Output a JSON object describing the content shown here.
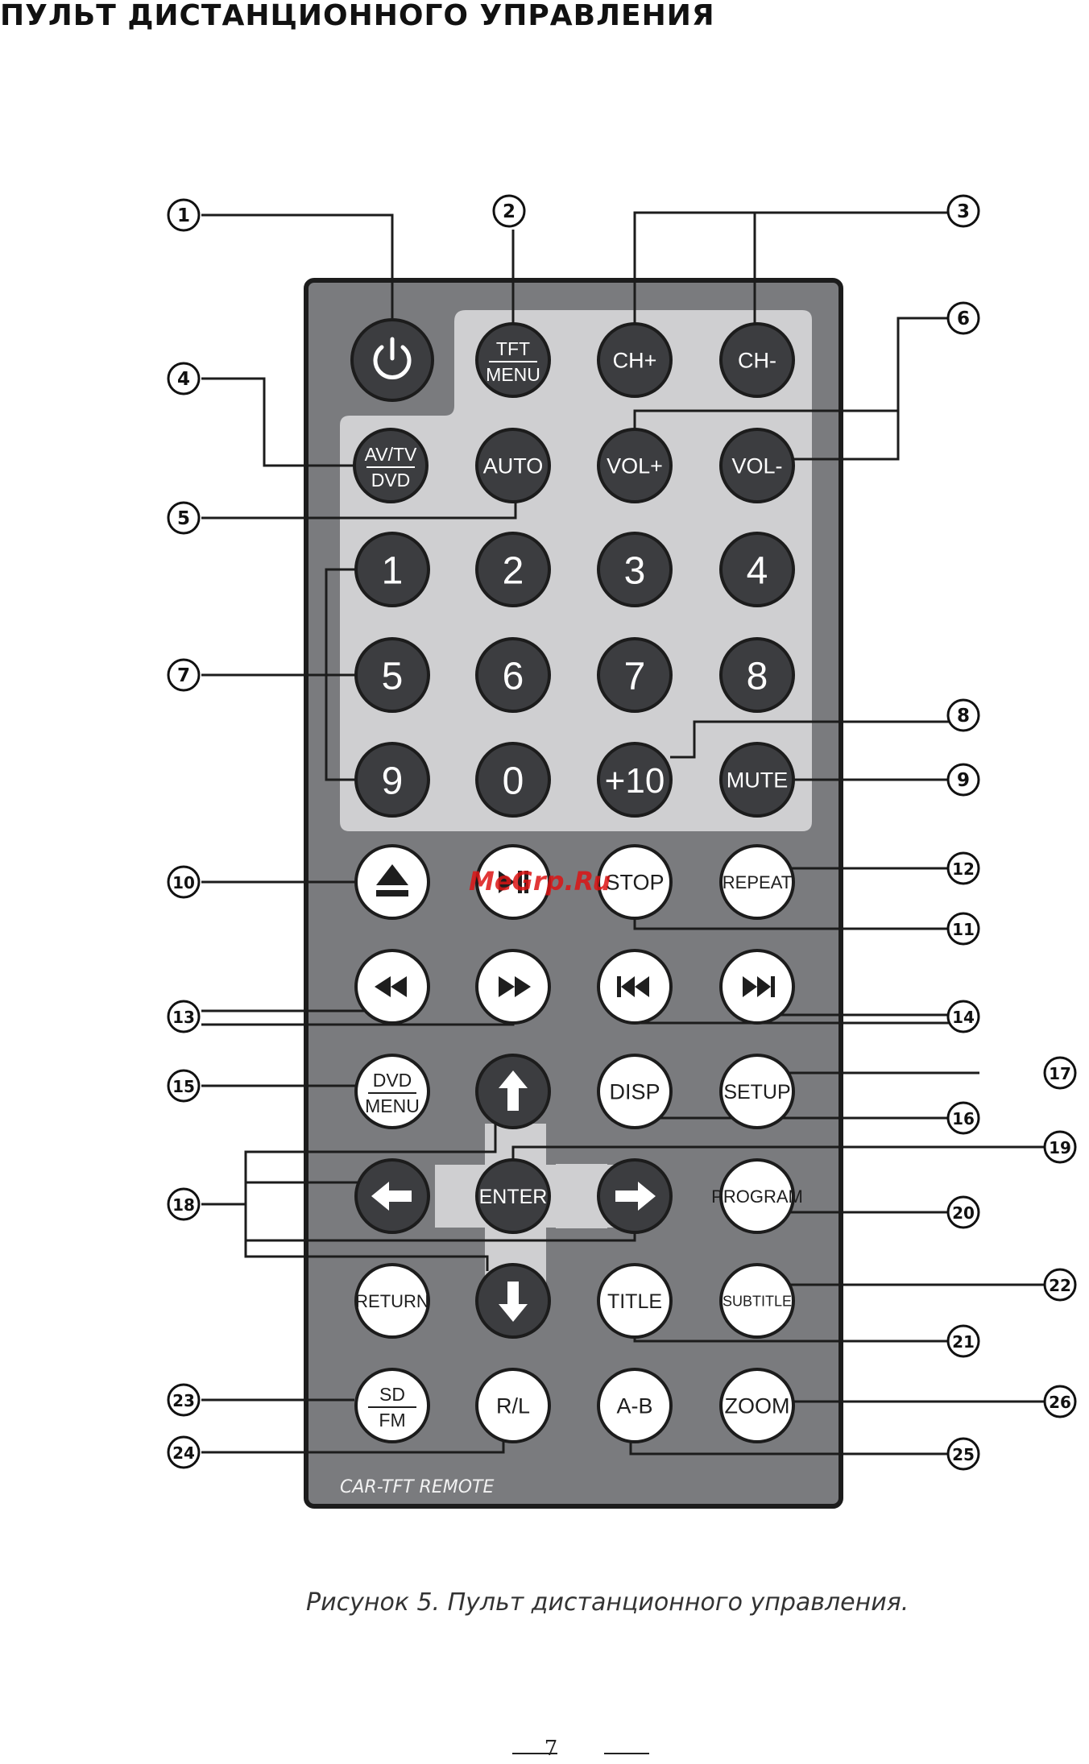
{
  "heading": "ПУЛЬТ ДИСТАНЦИОННОГО УПРАВЛЕНИЯ",
  "caption": "Рисунок 5. Пульт дистанционного управления.",
  "page_number": "7",
  "watermark": "MeGrp.Ru",
  "remote": {
    "brand_label": "CAR-TFT REMOTE",
    "colors": {
      "body": "#7a7b7e",
      "light_panel": "#cfcfd1",
      "dark_button": "#3c3d40",
      "white_button": "#ffffff",
      "outline": "#1c1c1c"
    },
    "buttons": {
      "power": "power-icon",
      "tft_menu": [
        "TFT",
        "MENU"
      ],
      "ch_plus": "CH+",
      "ch_minus": "CH-",
      "av_tv_dvd": [
        "AV/TV",
        "DVD"
      ],
      "auto": "AUTO",
      "vol_plus": "VOL+",
      "vol_minus": "VOL-",
      "num_1": "1",
      "num_2": "2",
      "num_3": "3",
      "num_4": "4",
      "num_5": "5",
      "num_6": "6",
      "num_7": "7",
      "num_8": "8",
      "num_9": "9",
      "num_0": "0",
      "plus10": "+10",
      "mute": "MUTE",
      "eject": "eject-icon",
      "play_pause": "play-pause-icon",
      "stop": "STOP",
      "repeat": "REPEAT",
      "rewind": "rewind-icon",
      "fast_forward": "fast-forward-icon",
      "prev": "previous-track-icon",
      "next": "next-track-icon",
      "dvd_menu": [
        "DVD",
        "MENU"
      ],
      "up": "arrow-up-icon",
      "disp": "DISP",
      "setup": "SETUP",
      "left": "arrow-left-icon",
      "enter": "ENTER",
      "right": "arrow-right-icon",
      "program": "PROGRAM",
      "return": "RETURN",
      "down": "arrow-down-icon",
      "title": "TITLE",
      "subtitle": "SUBTITLE",
      "sd_fm": [
        "SD",
        "FM"
      ],
      "rl": "R/L",
      "ab": "A-B",
      "zoom": "ZOOM"
    },
    "callouts": [
      "1",
      "2",
      "3",
      "4",
      "5",
      "6",
      "7",
      "8",
      "9",
      "10",
      "11",
      "12",
      "13",
      "14",
      "15",
      "16",
      "17",
      "18",
      "19",
      "20",
      "21",
      "22",
      "23",
      "24",
      "25",
      "26"
    ]
  }
}
